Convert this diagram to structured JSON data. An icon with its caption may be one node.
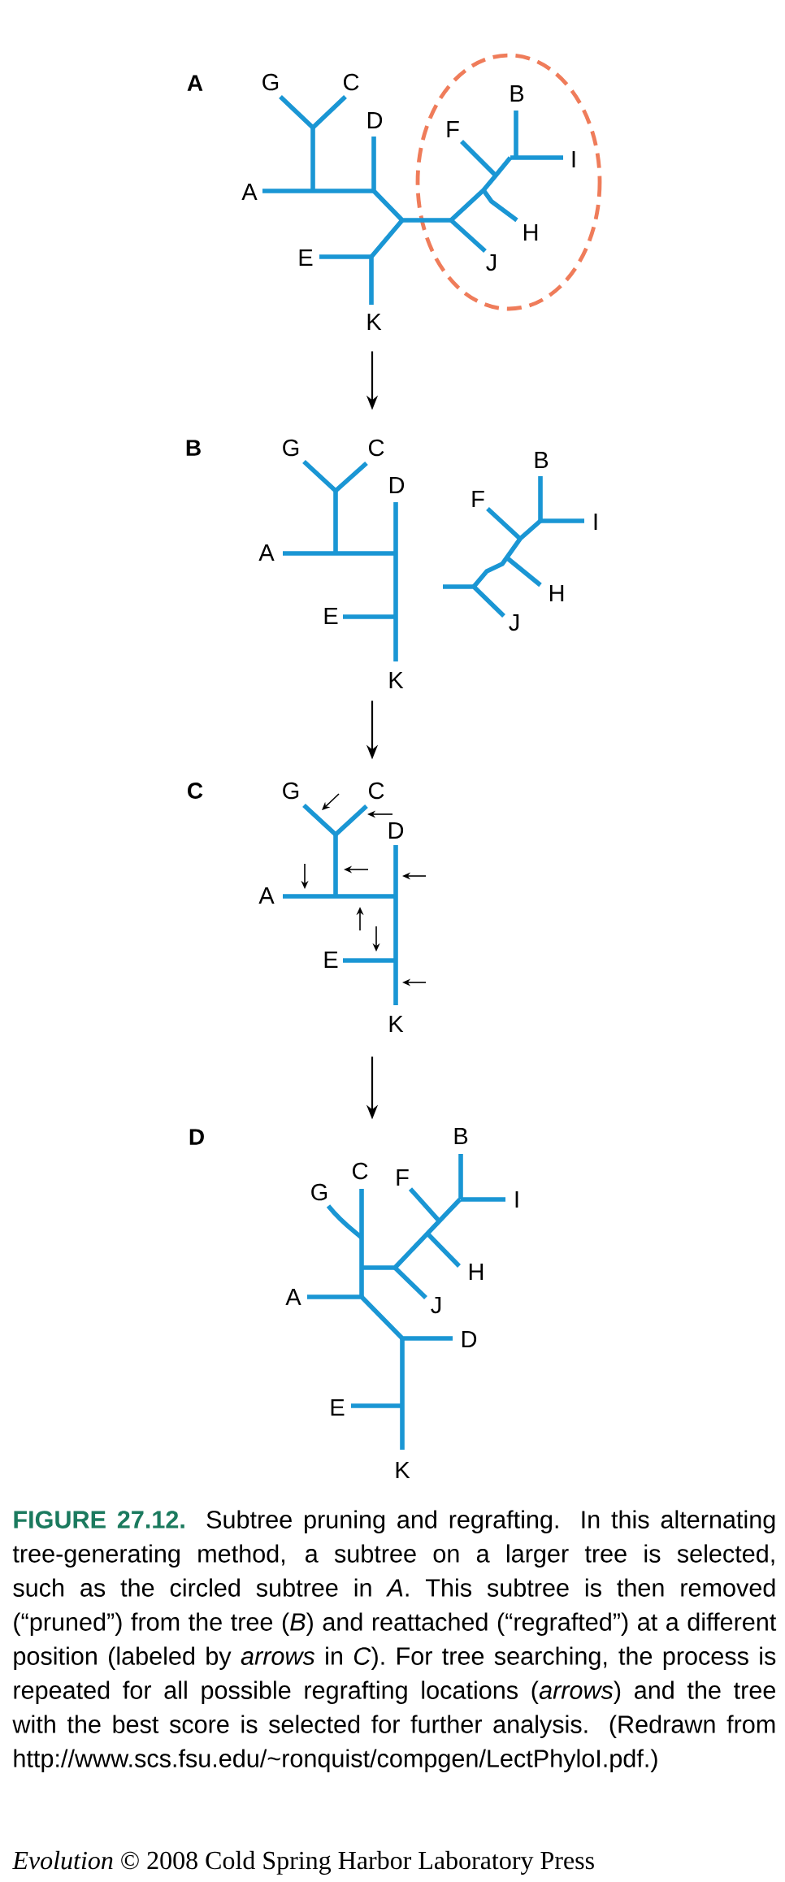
{
  "diagram": {
    "caption": "Subtree pruning and regrafting. In this alternating tree-generating method, a subtree on a larger tree is selected, such as the circled subtree in *A*. This subtree is then removed (“pruned”) from the tree (*B*) and reattached (“regrafted”) at a different position (labeled by *arrows* in *C*). For tree searching, the process is repeated for all possible regrafting locations (*arrows*) and the tree with the best score is selected for further analysis. (Redrawn from http://www.scs.fsu.edu/~ronquist/compgen/LectPhyloI.pdf.)",
    "nodes": [
      {
        "text": [
          "A",
          "G",
          "C",
          "B",
          "D",
          "F",
          "I",
          "A",
          "H",
          "E",
          "J",
          "K"
        ]
      },
      {
        "text": [
          "B",
          "G",
          "C",
          "B",
          "D",
          "F",
          "I",
          "A",
          "H",
          "E",
          "J",
          "K"
        ]
      },
      {
        "text": [
          "C",
          "G",
          "C",
          "D",
          "A",
          "E",
          "K"
        ]
      },
      {
        "text": [
          "D",
          "B",
          "C",
          "F",
          "G",
          "I",
          "H",
          "A",
          "J",
          "D",
          "E",
          "K"
        ]
      }
    ],
    "edges": [
      {
        "from": 0,
        "to": 1,
        "arrow": "to"
      },
      {
        "from": 1,
        "to": 2,
        "arrow": "to"
      },
      {
        "from": 2,
        "to": 3,
        "arrow": "to"
      }
    ],
    "labels": [
      "FIGURE 27.12.",
      "*Evolution* © 2008 Cold Spring Harbor Laboratory Press"
    ]
  }
}
